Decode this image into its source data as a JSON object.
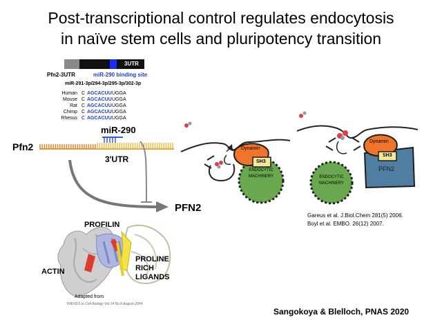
{
  "title": {
    "line1": "Post-transcriptional control regulates endocytosis",
    "line2": "in naïve stem cells and pluripotency transition"
  },
  "utr_bar": {
    "label": "3UTR"
  },
  "binding": {
    "header_gene": "Pfn2-3UTR",
    "header_site": "miR-290 binding site",
    "mirnas": "miR-291-3p/294-3p/295-3p/302-3p",
    "rows": [
      {
        "species": "Human",
        "pre": "C",
        "seed": "AGCACUU",
        "post": "UGGA"
      },
      {
        "species": "Mouse",
        "pre": "C",
        "seed": "AGCACUU",
        "post": "UGGA"
      },
      {
        "species": "Rat",
        "pre": "C",
        "seed": "AGCACUU",
        "post": "UGGA"
      },
      {
        "species": "Chimp",
        "pre": "C",
        "seed": "AGCACUU",
        "post": "UGGA"
      },
      {
        "species": "Rhesus",
        "pre": "C",
        "seed": "AGCACUU",
        "post": "UGGA"
      }
    ]
  },
  "pathway": {
    "mirna": "miR-290",
    "gene": "Pfn2",
    "utr": "3'UTR",
    "protein": "PFN2"
  },
  "structure": {
    "profilin": "PROFILIN",
    "actin": "ACTIN",
    "ligands_l1": "PROLINE",
    "ligands_l2": "RICH",
    "ligands_l3": "LIGANDS",
    "credit_l1": "Adapted from",
    "credit_l2": "TRENDS in Cell Biology   Vol.14 No.8  August 2004"
  },
  "endocytosis": {
    "dynamin": "Dynamin",
    "sh3": "SH3",
    "machinery_l1": "ENDOCYTIC",
    "machinery_l2": "MACHINERY",
    "pfn2": "PFN2"
  },
  "refs": {
    "ref1": "Gareus et al. J.Biol.Chem 281(5) 2006.",
    "ref2": "Boyl et al. EMBO. 26(12) 2007."
  },
  "citation": "Sangokoya & Blelloch, PNAS 2020",
  "colors": {
    "mrna_orange": "#f07a1e",
    "utr_yellow": "#f2b73a",
    "mirna_blue": "#3a5bd8",
    "machinery_green": "#6aa84f",
    "dynamin_orange": "#f0742a",
    "sh3_yellow": "#f4e79a",
    "pfn2_blue": "#4f7ea0",
    "cargo_red": "#e33b4a"
  }
}
